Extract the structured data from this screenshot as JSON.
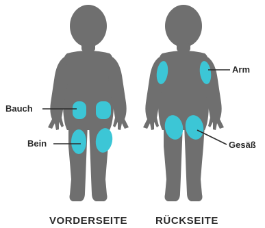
{
  "front": {
    "caption": "VORDERSEITE",
    "labels": {
      "abdomen": "Bauch",
      "leg": "Bein"
    }
  },
  "back": {
    "caption": "RÜCKSEITE",
    "labels": {
      "arm": "Arm",
      "buttock": "Gesäß"
    }
  },
  "colors": {
    "body": "#6f6f6f",
    "injection_site": "#3cc6d6",
    "text": "#2b2b2b",
    "background": "#ffffff"
  }
}
